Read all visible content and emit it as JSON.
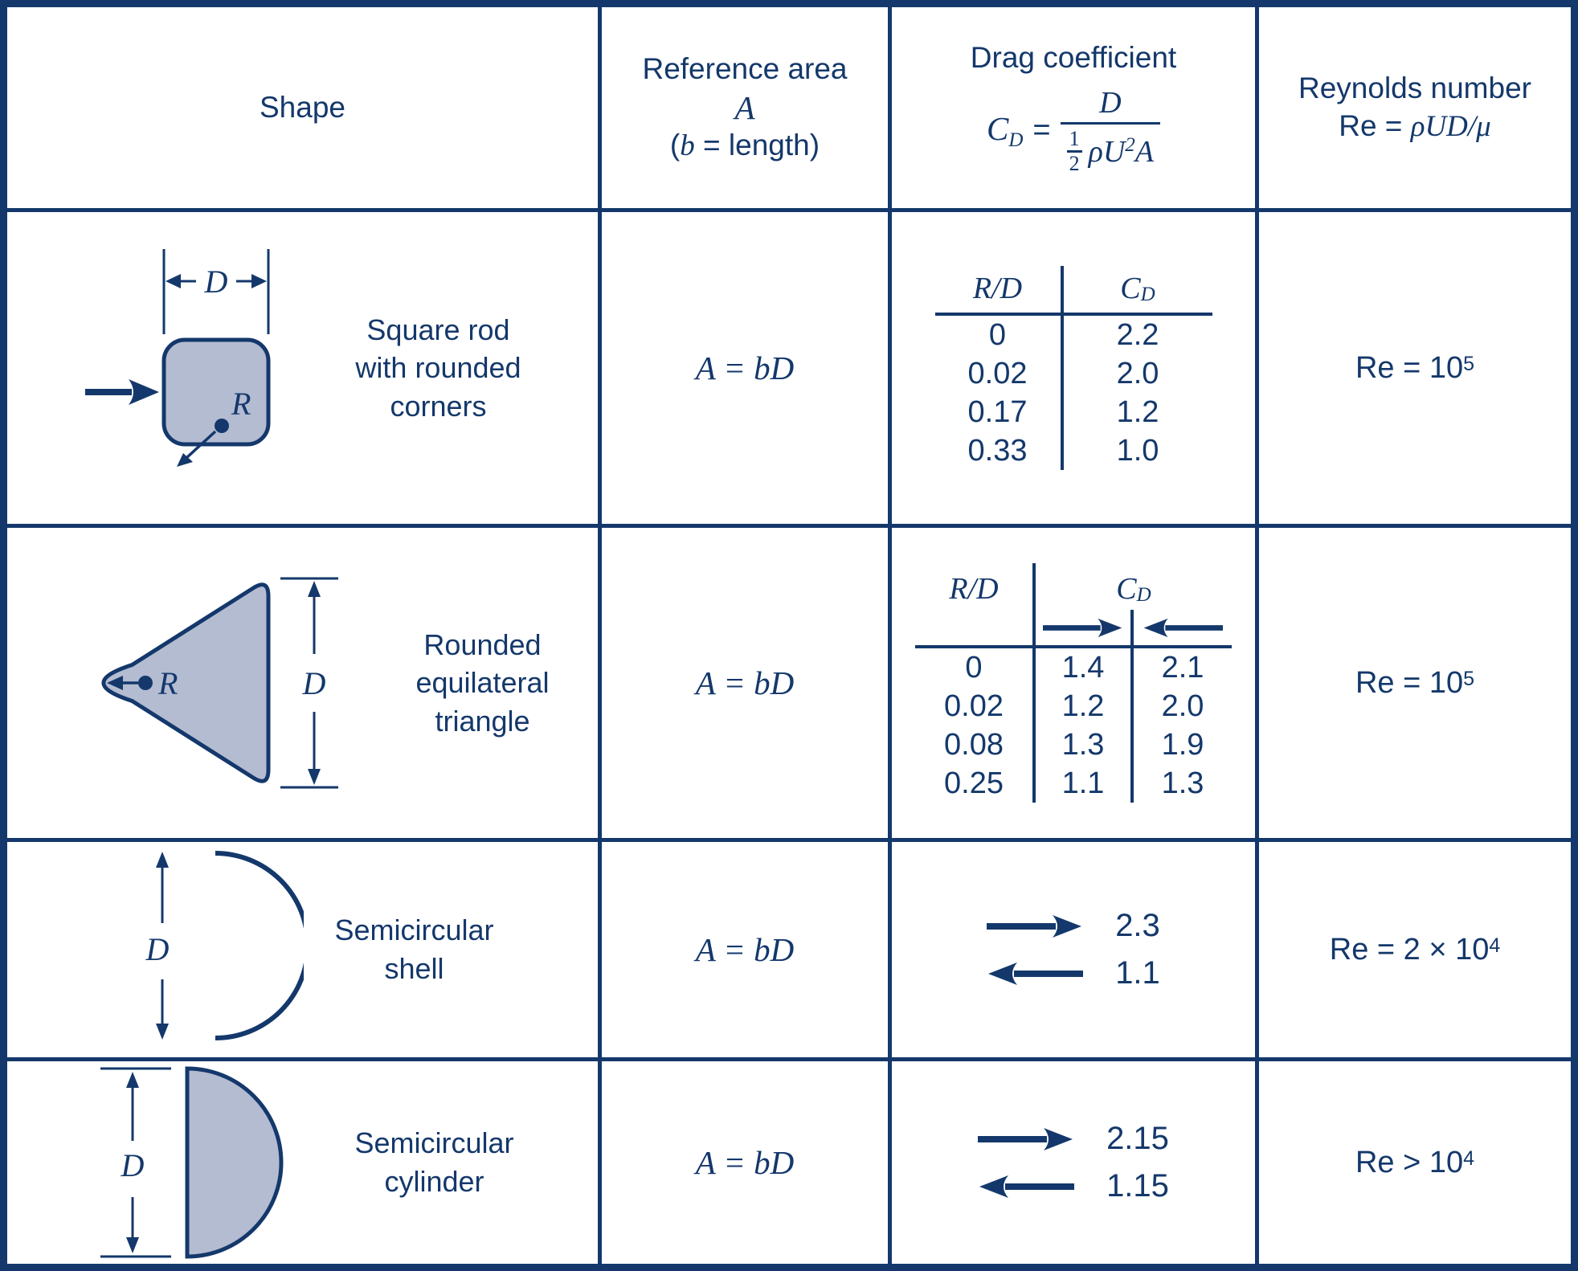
{
  "colors": {
    "ink": "#14386b",
    "shape_fill": "#b4bcd2",
    "background": "#ffffff"
  },
  "header": {
    "shape": "Shape",
    "reference_area": {
      "line1": "Reference area",
      "symbol": "A",
      "note_open": "(",
      "note_var": "b",
      "note_rest": " = length)"
    },
    "drag": {
      "title": "Drag coefficient",
      "lhs_base": "C",
      "lhs_sub": "D",
      "equals": "=",
      "numerator": "D",
      "frac_top": "1",
      "frac_bottom": "2",
      "denom_rho_u": "ρU",
      "denom_sup": "2",
      "denom_a": "A"
    },
    "reynolds": {
      "line1": "Reynolds number",
      "pre": "Re = ",
      "math": "ρUD/μ"
    }
  },
  "rows": [
    {
      "label_lines": [
        "Square rod",
        "with rounded",
        "corners"
      ],
      "area": "A = bD",
      "diagram": {
        "d": "D",
        "r": "R"
      },
      "subtable": {
        "col1": "R/D",
        "col2_base": "C",
        "col2_sub": "D",
        "data": [
          [
            "0",
            "2.2"
          ],
          [
            "0.02",
            "2.0"
          ],
          [
            "0.17",
            "1.2"
          ],
          [
            "0.33",
            "1.0"
          ]
        ]
      },
      "reynolds": {
        "base": "Re = 10",
        "sup": "5"
      }
    },
    {
      "label_lines": [
        "Rounded",
        "equilateral",
        "triangle"
      ],
      "area": "A = bD",
      "diagram": {
        "d": "D",
        "r": "R"
      },
      "subtable": {
        "col1": "R/D",
        "col2_base": "C",
        "col2_sub": "D",
        "data": [
          [
            "0",
            "1.4",
            "2.1"
          ],
          [
            "0.02",
            "1.2",
            "2.0"
          ],
          [
            "0.08",
            "1.3",
            "1.9"
          ],
          [
            "0.25",
            "1.1",
            "1.3"
          ]
        ]
      },
      "reynolds": {
        "base": "Re = 10",
        "sup": "5"
      }
    },
    {
      "label_lines": [
        "Semicircular",
        "shell"
      ],
      "area": "A = bD",
      "diagram": {
        "d": "D"
      },
      "drag_values": {
        "forward": "2.3",
        "reverse": "1.1"
      },
      "reynolds": {
        "base": "Re = 2 × 10",
        "sup": "4"
      }
    },
    {
      "label_lines": [
        "Semicircular",
        "cylinder"
      ],
      "area": "A = bD",
      "diagram": {
        "d": "D"
      },
      "drag_values": {
        "forward": "2.15",
        "reverse": "1.15"
      },
      "reynolds": {
        "base": "Re > 10",
        "sup": "4"
      }
    }
  ]
}
